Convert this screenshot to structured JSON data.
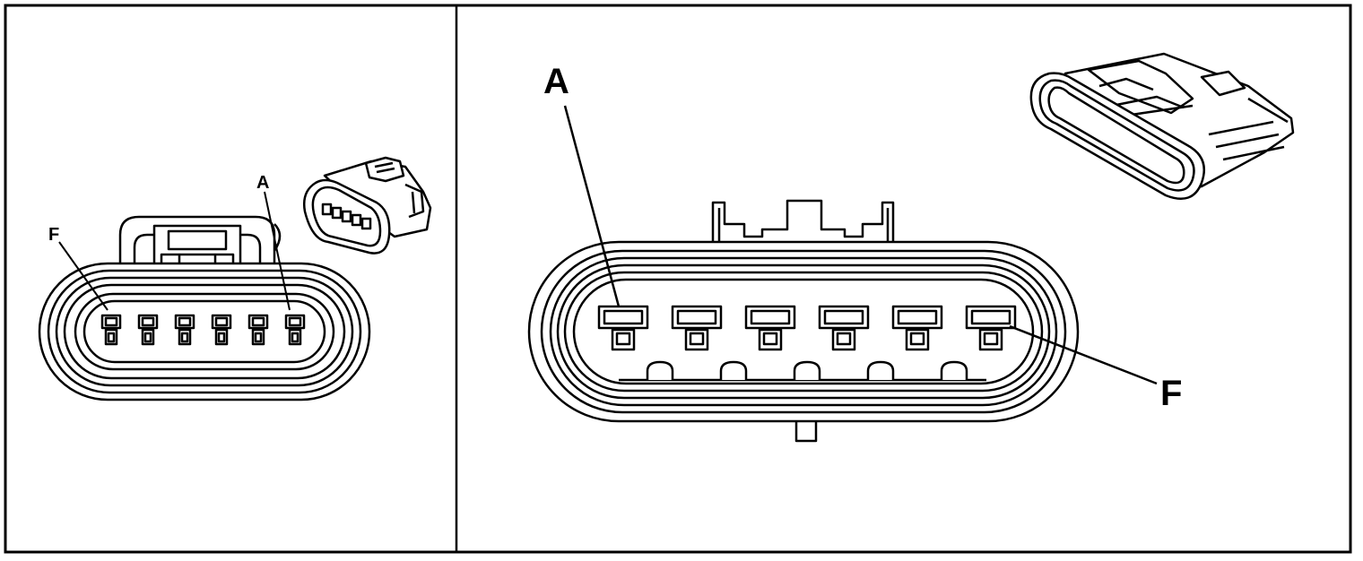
{
  "left_panel": {
    "label_a": "A",
    "label_f": "F",
    "terminal_count": 6
  },
  "right_panel": {
    "label_a": "A",
    "label_f": "F",
    "terminal_count": 6,
    "key_count": 5
  },
  "colors": {
    "line": "#000000",
    "background": "#ffffff"
  }
}
